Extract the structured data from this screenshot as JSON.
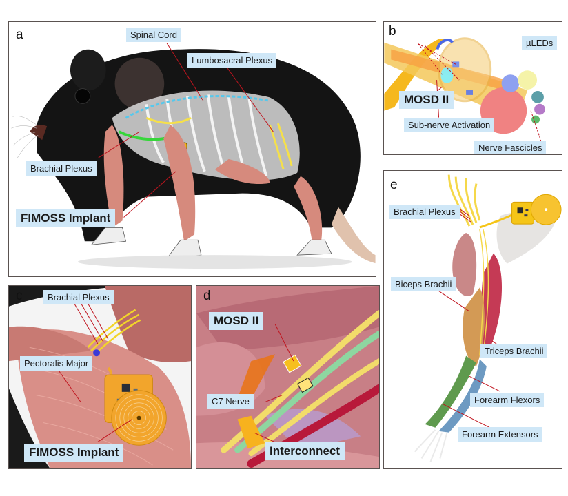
{
  "figure": {
    "panels": [
      {
        "id": "a",
        "letter": "a",
        "labels": [
          "Spinal Cord",
          "Lumbosacral Plexus",
          "Brachial Plexus",
          "FIMOSS Implant"
        ]
      },
      {
        "id": "b",
        "letter": "b",
        "labels": [
          "µLEDs",
          "MOSD II",
          "Sub-nerve Activation",
          "Nerve Fascicles"
        ]
      },
      {
        "id": "c",
        "letter": "c",
        "labels": [
          "Brachial Plexus",
          "Pectoralis Major",
          "FIMOSS Implant"
        ]
      },
      {
        "id": "d",
        "letter": "d",
        "labels": [
          "MOSD II",
          "C7 Nerve",
          "Interconnect"
        ]
      },
      {
        "id": "e",
        "letter": "e",
        "labels": [
          "Brachial Plexus",
          "Biceps Brachii",
          "Triceps Brachii",
          "Forearm Flexors",
          "Forearm Extensors"
        ]
      }
    ]
  },
  "a": {
    "letter": "a",
    "spinal_cord": "Spinal Cord",
    "lumbosacral": "Lumbosacral Plexus",
    "brachial": "Brachial Plexus",
    "implant": "FIMOSS Implant"
  },
  "b": {
    "letter": "b",
    "uleds": "µLEDs",
    "mosd": "MOSD II",
    "subnerve": "Sub-nerve Activation",
    "fascicles": "Nerve Fascicles"
  },
  "c": {
    "letter": "c",
    "brachial": "Brachial Plexus",
    "pectoralis": "Pectoralis Major",
    "implant": "FIMOSS Implant"
  },
  "d": {
    "letter": "d",
    "mosd": "MOSD II",
    "c7": "C7 Nerve",
    "interconnect": "Interconnect"
  },
  "e": {
    "letter": "e",
    "brachial": "Brachial Plexus",
    "biceps": "Biceps Brachii",
    "triceps": "Triceps Brachii",
    "flexors": "Forearm Flexors",
    "extensors": "Forearm Extensors"
  },
  "colors": {
    "label_bg": "#cfe7f7",
    "leader_line": "#c0141e",
    "frame": "#5a5250",
    "implant_gold": "#f2b21c",
    "nerve_yellow": "#f5e04a",
    "muscle": "#d6877b"
  }
}
